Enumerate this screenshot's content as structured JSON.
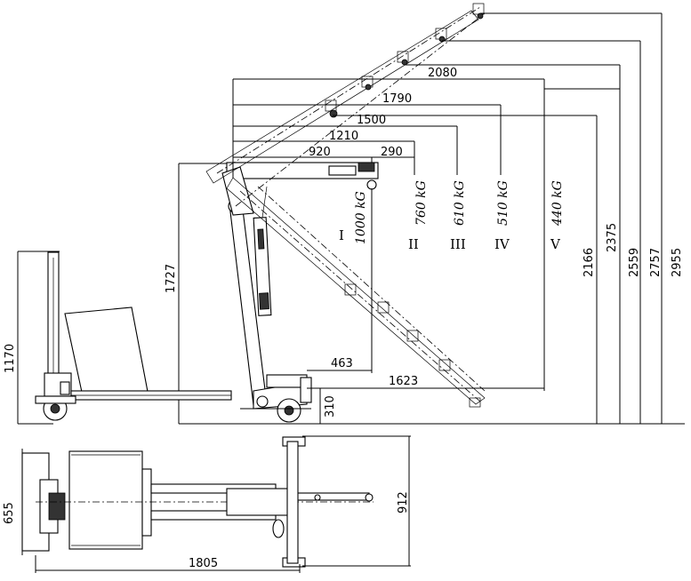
{
  "dimensions": {
    "horizontal_reach": [
      "2080",
      "1790",
      "1500",
      "1210",
      "920",
      "290"
    ],
    "vertical_height": [
      "2955",
      "2757",
      "2559",
      "2375",
      "2166"
    ],
    "overall_height_1727": "1727",
    "mast_height_1170": "1170",
    "leg_offset_463": "463",
    "leg_reach_1623": "1623",
    "wheel_height_310": "310",
    "width_655": "655",
    "width_912": "912",
    "length_1805": "1805"
  },
  "capacities": [
    {
      "load": "1000 kG",
      "position": "I"
    },
    {
      "load": "760 kG",
      "position": "II"
    },
    {
      "load": "610 kG",
      "position": "III"
    },
    {
      "load": "510 kG",
      "position": "IV"
    },
    {
      "load": "440 kG",
      "position": "V"
    }
  ]
}
